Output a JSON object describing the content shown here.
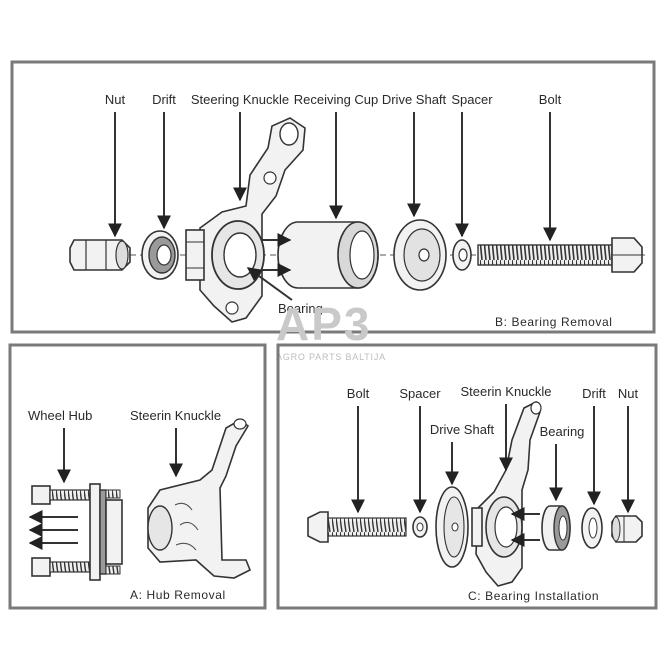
{
  "panels": {
    "bearing_removal": {
      "caption": "B: Bearing Removal",
      "labels": {
        "nut": "Nut",
        "drift": "Drift",
        "steering_knuckle": "Steering Knuckle",
        "receiving_cup": "Receiving Cup",
        "drive_shaft": "Drive Shaft",
        "spacer": "Spacer",
        "bolt": "Bolt",
        "bearing": "Bearing"
      }
    },
    "hub_removal": {
      "caption": "A: Hub Removal",
      "labels": {
        "wheel_hub": "Wheel Hub",
        "steering_knuckle": "Steerin Knuckle"
      }
    },
    "bearing_installation": {
      "caption": "C: Bearing Installation",
      "labels": {
        "bolt": "Bolt",
        "spacer": "Spacer",
        "steering_knuckle": "Steerin Knuckle",
        "drive_shaft": "Drive Shaft",
        "bearing": "Bearing",
        "drift": "Drift",
        "nut": "Nut"
      }
    }
  },
  "watermark": {
    "logo_text": "AP3",
    "subtitle": "AGRO PARTS BALTIJA"
  }
}
